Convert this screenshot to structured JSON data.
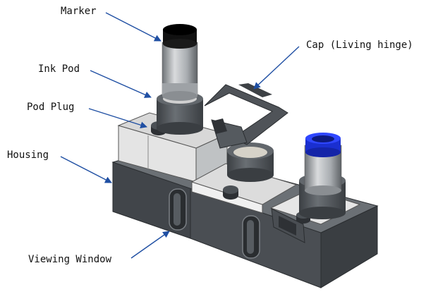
{
  "labels": {
    "marker": "Marker",
    "cap": "Cap (Living hinge)",
    "ink_pod": "Ink Pod",
    "pod_plug": "Pod Plug",
    "housing": "Housing",
    "viewing_window": "Viewing Window"
  },
  "colors": {
    "leader_line": "#1f4fa3",
    "housing": "#4a4e52",
    "housing_top": "#6b7075",
    "white_part": "#e8e8e8",
    "gray_part": "#9aa0a5",
    "blue_cap": "#1a2fd0",
    "black_cap": "#111111"
  }
}
